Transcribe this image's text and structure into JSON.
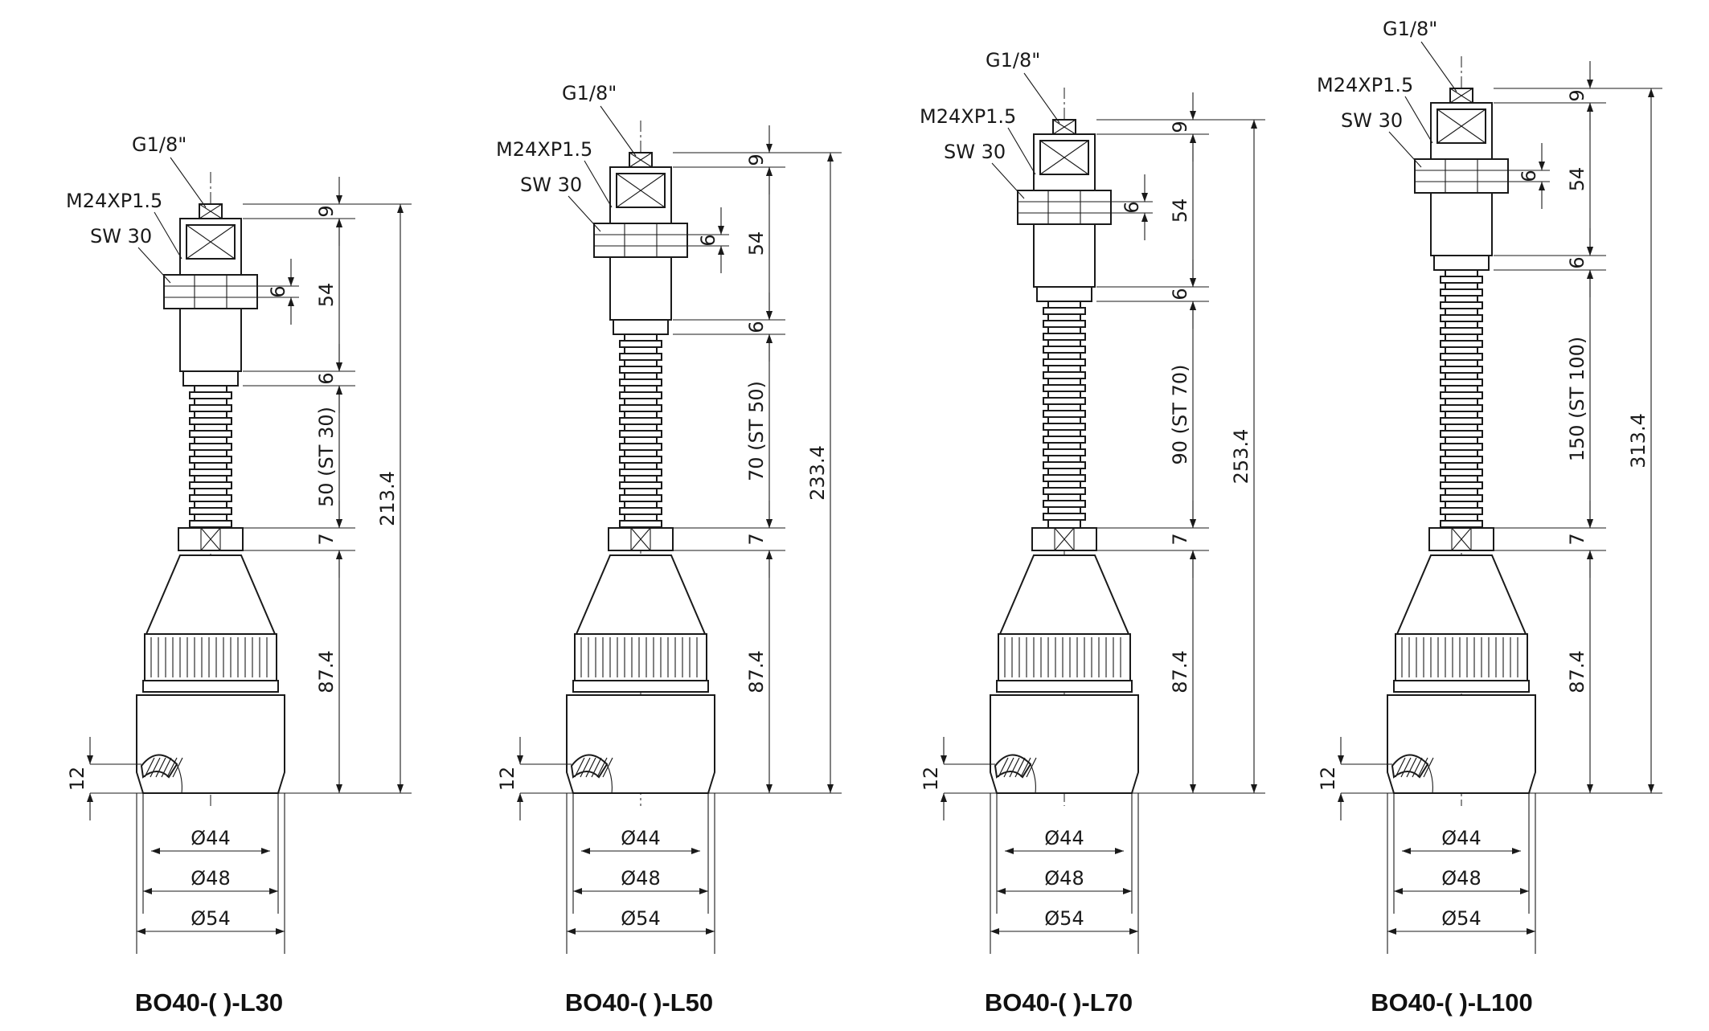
{
  "colors": {
    "ink": "#1a1a1a",
    "background": "#ffffff"
  },
  "variants": [
    {
      "model": "BO40-(   )-L30",
      "port": "G1/8\"",
      "thread": "M24XP1.5",
      "wrench": "SW 30",
      "d_nut": "6",
      "d_top": "9",
      "d_housing": "54",
      "d_neck": "6",
      "d_stroke": "50 (ST 30)",
      "d_collar": "7",
      "d_head": "87.4",
      "d_total": "213.4",
      "d_recess": "12",
      "dia_inner": "Ø44",
      "dia_mid": "Ø48",
      "dia_outer": "Ø54",
      "stroke_mm": 30
    },
    {
      "model": "BO40-(   )-L50",
      "port": "G1/8\"",
      "thread": "M24XP1.5",
      "wrench": "SW 30",
      "d_nut": "6",
      "d_top": "9",
      "d_housing": "54",
      "d_neck": "6",
      "d_stroke": "70 (ST 50)",
      "d_collar": "7",
      "d_head": "87.4",
      "d_total": "233.4",
      "d_recess": "12",
      "dia_inner": "Ø44",
      "dia_mid": "Ø48",
      "dia_outer": "Ø54",
      "stroke_mm": 50
    },
    {
      "model": "BO40-(   )-L70",
      "port": "G1/8\"",
      "thread": "M24XP1.5",
      "wrench": "SW 30",
      "d_nut": "6",
      "d_top": "9",
      "d_housing": "54",
      "d_neck": "6",
      "d_stroke": "90 (ST 70)",
      "d_collar": "7",
      "d_head": "87.4",
      "d_total": "253.4",
      "d_recess": "12",
      "dia_inner": "Ø44",
      "dia_mid": "Ø48",
      "dia_outer": "Ø54",
      "stroke_mm": 70
    },
    {
      "model": "BO40-(   )-L100",
      "port": "G1/8\"",
      "thread": "M24XP1.5",
      "wrench": "SW 30",
      "d_nut": "6",
      "d_top": "9",
      "d_housing": "54",
      "d_neck": "6",
      "d_stroke": "150 (ST 100)",
      "d_collar": "7",
      "d_head": "87.4",
      "d_total": "313.4",
      "d_recess": "12",
      "dia_inner": "Ø44",
      "dia_mid": "Ø48",
      "dia_outer": "Ø54",
      "stroke_mm": 100
    }
  ]
}
